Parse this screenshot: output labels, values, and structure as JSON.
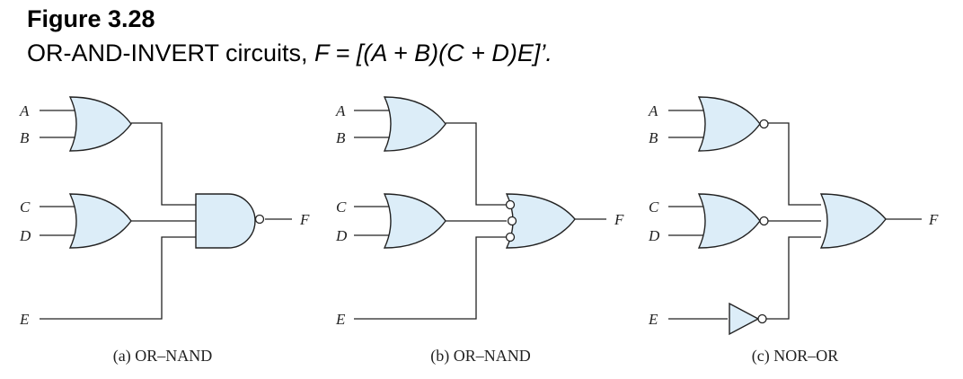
{
  "figure": {
    "title": "Figure 3.28",
    "caption_prefix": "OR-AND-INVERT circuits, ",
    "caption_equation": "F = [(A + B)(C + D)E]’."
  },
  "panels": [
    {
      "id": "a",
      "label": "(a) OR–NAND",
      "inputs": [
        "A",
        "B",
        "C",
        "D",
        "E"
      ],
      "output": "F",
      "gates": [
        "OR",
        "OR",
        "NAND"
      ]
    },
    {
      "id": "b",
      "label": "(b) OR–NAND",
      "inputs": [
        "A",
        "B",
        "C",
        "D",
        "E"
      ],
      "output": "F",
      "gates": [
        "OR",
        "OR",
        "OR with inverted inputs"
      ]
    },
    {
      "id": "c",
      "label": "(c) NOR–OR",
      "inputs": [
        "A",
        "B",
        "C",
        "D",
        "E"
      ],
      "output": "F",
      "gates": [
        "NOR",
        "NOR",
        "NOT",
        "OR"
      ]
    }
  ]
}
